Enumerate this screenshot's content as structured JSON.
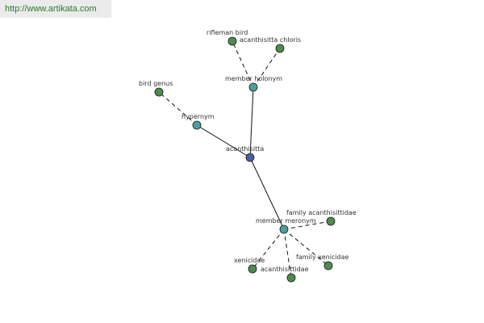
{
  "watermark": "http://www.artikata.com",
  "colors": {
    "center": "#4a5ea6",
    "relation": "#4f9e9e",
    "leaf": "#4d8c4d"
  },
  "nodes": {
    "acanthisitta": {
      "label": "acanthisitta",
      "kind": "center"
    },
    "member_holonym": {
      "label": "member holonym",
      "kind": "relation"
    },
    "rifleman_bird": {
      "label": "rifleman bird",
      "kind": "leaf"
    },
    "acanthisitta_chloris": {
      "label": "acanthisitta chloris",
      "kind": "leaf"
    },
    "hypernym": {
      "label": "hypernym",
      "kind": "relation"
    },
    "bird_genus": {
      "label": "bird genus",
      "kind": "leaf"
    },
    "member_meronym": {
      "label": "member meronym",
      "kind": "relation"
    },
    "family_acanthisittidae": {
      "label": "family acanthisittidae",
      "kind": "leaf"
    },
    "xenicidae": {
      "label": "xenicidae",
      "kind": "leaf"
    },
    "acanthisittidae": {
      "label": "acanthisittidae",
      "kind": "leaf"
    },
    "family_xenicidae": {
      "label": "family xenicidae",
      "kind": "leaf"
    }
  }
}
